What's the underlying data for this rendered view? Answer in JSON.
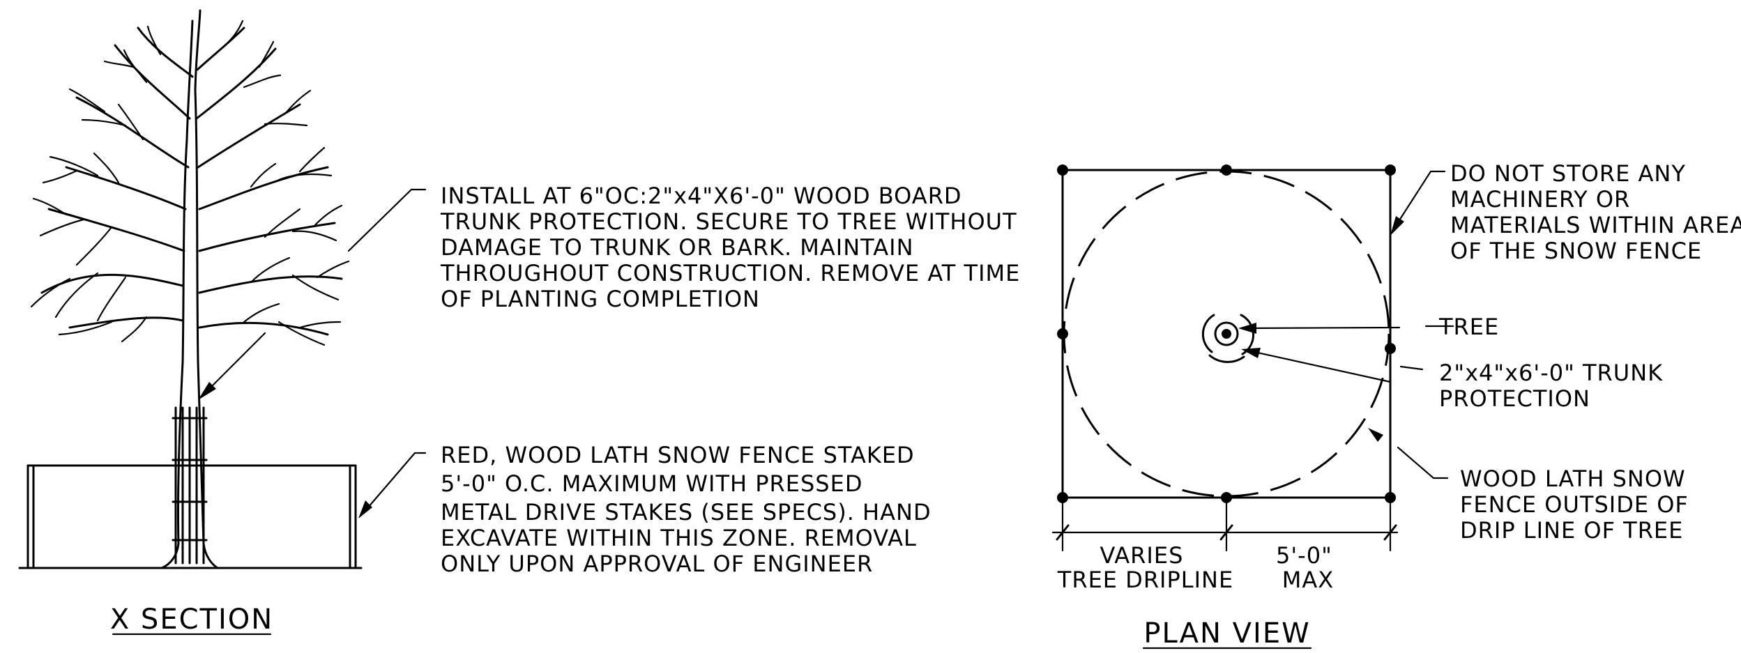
{
  "x_section": {
    "title": "X SECTION",
    "note_trunk_protection": [
      "INSTALL AT 6\"OC:2\"x4\"X6'-0\" WOOD BOARD",
      "TRUNK PROTECTION. SECURE TO TREE WITHOUT",
      "DAMAGE TO TRUNK OR BARK. MAINTAIN",
      "THROUGHOUT CONSTRUCTION. REMOVE AT TIME",
      "OF PLANTING COMPLETION"
    ],
    "note_snow_fence": [
      "RED, WOOD LATH SNOW FENCE STAKED",
      "5'-0\" O.C. MAXIMUM WITH PRESSED",
      "METAL DRIVE STAKES (SEE SPECS). HAND",
      "EXCAVATE WITHIN THIS ZONE. REMOVAL",
      "ONLY UPON APPROVAL OF ENGINEER"
    ]
  },
  "plan_view": {
    "title": "PLAN VIEW",
    "note_storage": [
      "DO NOT STORE ANY",
      "MACHINERY OR",
      "MATERIALS WITHIN AREA",
      "OF THE SNOW FENCE"
    ],
    "label_tree": "TREE",
    "label_trunk_protection": [
      "2\"x4\"x6'-0\" TRUNK",
      "PROTECTION"
    ],
    "label_fence": [
      "WOOD LATH SNOW",
      "FENCE OUTSIDE OF",
      "DRIP LINE OF TREE"
    ],
    "dim_left": [
      "VARIES",
      "TREE DRIPLINE"
    ],
    "dim_right": [
      "5'-0\"",
      "MAX"
    ]
  }
}
